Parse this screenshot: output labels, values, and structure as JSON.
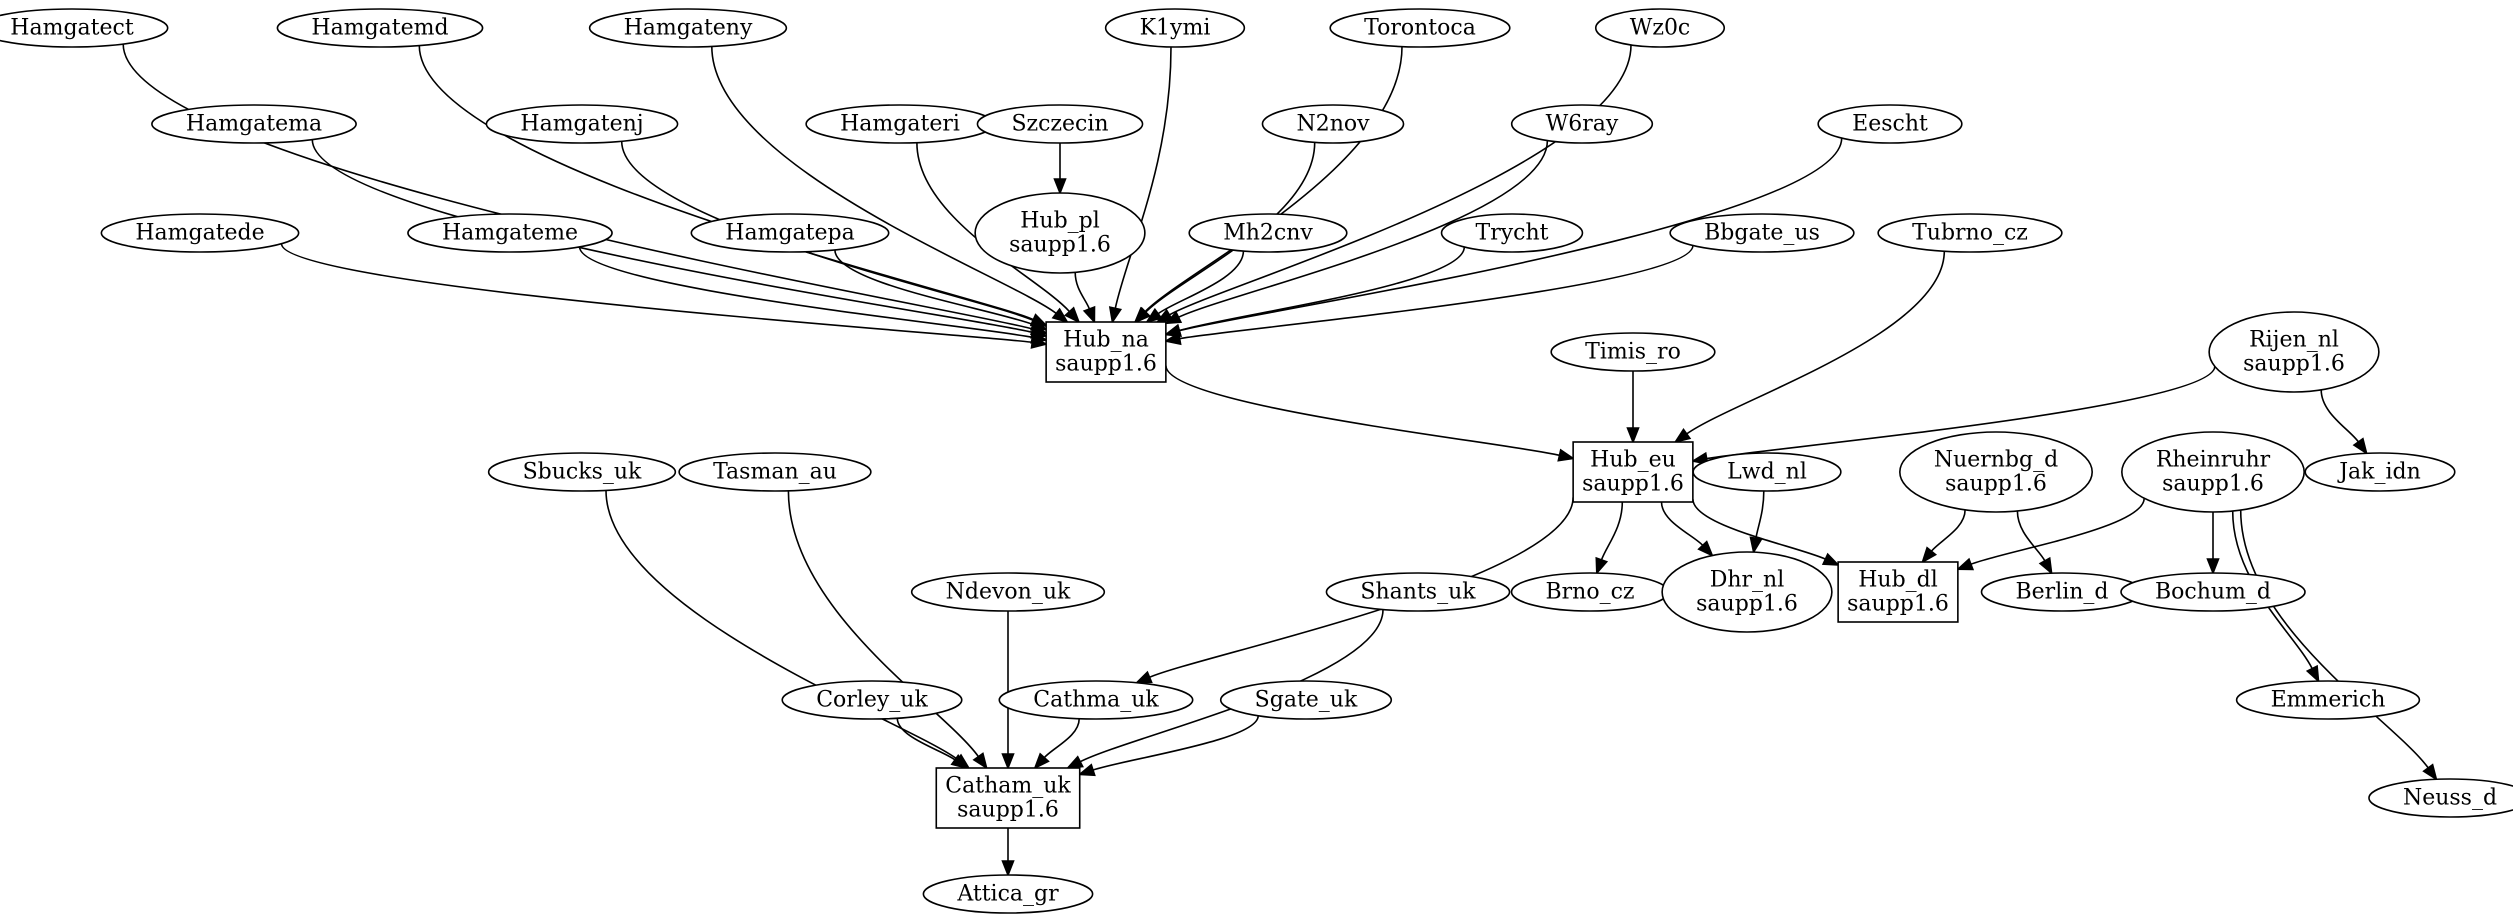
{
  "nodes": [
    {
      "id": "Hamgatect",
      "lines": [
        "Hamgatect"
      ],
      "shape": "ellipse"
    },
    {
      "id": "Hamgatemd",
      "lines": [
        "Hamgatemd"
      ],
      "shape": "ellipse"
    },
    {
      "id": "Hamgateny",
      "lines": [
        "Hamgateny"
      ],
      "shape": "ellipse"
    },
    {
      "id": "K1ymi",
      "lines": [
        "K1ymi"
      ],
      "shape": "ellipse"
    },
    {
      "id": "Torontoca",
      "lines": [
        "Torontoca"
      ],
      "shape": "ellipse"
    },
    {
      "id": "Wz0c",
      "lines": [
        "Wz0c"
      ],
      "shape": "ellipse"
    },
    {
      "id": "Hamgatema",
      "lines": [
        "Hamgatema"
      ],
      "shape": "ellipse"
    },
    {
      "id": "Hamgatenj",
      "lines": [
        "Hamgatenj"
      ],
      "shape": "ellipse"
    },
    {
      "id": "Hamgateri",
      "lines": [
        "Hamgateri"
      ],
      "shape": "ellipse"
    },
    {
      "id": "Szczecin",
      "lines": [
        "Szczecin"
      ],
      "shape": "ellipse"
    },
    {
      "id": "N2nov",
      "lines": [
        "N2nov"
      ],
      "shape": "ellipse"
    },
    {
      "id": "W6ray",
      "lines": [
        "W6ray"
      ],
      "shape": "ellipse"
    },
    {
      "id": "Eescht",
      "lines": [
        "Eescht"
      ],
      "shape": "ellipse"
    },
    {
      "id": "Hamgatede",
      "lines": [
        "Hamgatede"
      ],
      "shape": "ellipse"
    },
    {
      "id": "Hamgateme",
      "lines": [
        "Hamgateme"
      ],
      "shape": "ellipse"
    },
    {
      "id": "Hamgatepa",
      "lines": [
        "Hamgatepa"
      ],
      "shape": "ellipse"
    },
    {
      "id": "Hub_pl",
      "lines": [
        "Hub_pl",
        "saupp1.6"
      ],
      "shape": "ellipse"
    },
    {
      "id": "Mh2cnv",
      "lines": [
        "Mh2cnv"
      ],
      "shape": "ellipse"
    },
    {
      "id": "Trycht",
      "lines": [
        "Trycht"
      ],
      "shape": "ellipse"
    },
    {
      "id": "Bbgate_us",
      "lines": [
        "Bbgate_us"
      ],
      "shape": "ellipse"
    },
    {
      "id": "Tubrno_cz",
      "lines": [
        "Tubrno_cz"
      ],
      "shape": "ellipse"
    },
    {
      "id": "Hub_na",
      "lines": [
        "Hub_na",
        "saupp1.6"
      ],
      "shape": "box"
    },
    {
      "id": "Timis_ro",
      "lines": [
        "Timis_ro"
      ],
      "shape": "ellipse"
    },
    {
      "id": "Rijen_nl",
      "lines": [
        "Rijen_nl",
        "saupp1.6"
      ],
      "shape": "ellipse"
    },
    {
      "id": "Hub_eu",
      "lines": [
        "Hub_eu",
        "saupp1.6"
      ],
      "shape": "box"
    },
    {
      "id": "Jak_idn",
      "lines": [
        "Jak_idn"
      ],
      "shape": "ellipse"
    },
    {
      "id": "Sbucks_uk",
      "lines": [
        "Sbucks_uk"
      ],
      "shape": "ellipse"
    },
    {
      "id": "Tasman_au",
      "lines": [
        "Tasman_au"
      ],
      "shape": "ellipse"
    },
    {
      "id": "Lwd_nl",
      "lines": [
        "Lwd_nl"
      ],
      "shape": "ellipse"
    },
    {
      "id": "Nuernbg_d",
      "lines": [
        "Nuernbg_d",
        "saupp1.6"
      ],
      "shape": "ellipse"
    },
    {
      "id": "Rheinruhr",
      "lines": [
        "Rheinruhr",
        "saupp1.6"
      ],
      "shape": "ellipse"
    },
    {
      "id": "Ndevon_uk",
      "lines": [
        "Ndevon_uk"
      ],
      "shape": "ellipse"
    },
    {
      "id": "Shants_uk",
      "lines": [
        "Shants_uk"
      ],
      "shape": "ellipse"
    },
    {
      "id": "Brno_cz",
      "lines": [
        "Brno_cz"
      ],
      "shape": "ellipse"
    },
    {
      "id": "Dhr_nl",
      "lines": [
        "Dhr_nl",
        "saupp1.6"
      ],
      "shape": "ellipse"
    },
    {
      "id": "Hub_dl",
      "lines": [
        "Hub_dl",
        "saupp1.6"
      ],
      "shape": "box"
    },
    {
      "id": "Berlin_d",
      "lines": [
        "Berlin_d"
      ],
      "shape": "ellipse"
    },
    {
      "id": "Bochum_d",
      "lines": [
        "Bochum_d"
      ],
      "shape": "ellipse"
    },
    {
      "id": "Corley_uk",
      "lines": [
        "Corley_uk"
      ],
      "shape": "ellipse"
    },
    {
      "id": "Cathma_uk",
      "lines": [
        "Cathma_uk"
      ],
      "shape": "ellipse"
    },
    {
      "id": "Sgate_uk",
      "lines": [
        "Sgate_uk"
      ],
      "shape": "ellipse"
    },
    {
      "id": "Emmerich",
      "lines": [
        "Emmerich"
      ],
      "shape": "ellipse"
    },
    {
      "id": "Catham_uk",
      "lines": [
        "Catham_uk",
        "saupp1.6"
      ],
      "shape": "box"
    },
    {
      "id": "Neuss_d",
      "lines": [
        "Neuss_d"
      ],
      "shape": "ellipse"
    },
    {
      "id": "Attica_gr",
      "lines": [
        "Attica_gr"
      ],
      "shape": "ellipse"
    }
  ],
  "edges": [
    {
      "from": "Hamgatect",
      "to": "Hub_na"
    },
    {
      "from": "Hamgatemd",
      "to": "Hub_na"
    },
    {
      "from": "Hamgateny",
      "to": "Hub_na"
    },
    {
      "from": "K1ymi",
      "to": "Hub_na"
    },
    {
      "from": "Torontoca",
      "to": "Hub_na"
    },
    {
      "from": "Wz0c",
      "to": "Hub_na"
    },
    {
      "from": "Hamgatema",
      "to": "Hub_na"
    },
    {
      "from": "Hamgatenj",
      "to": "Hub_na"
    },
    {
      "from": "Hamgateri",
      "to": "Hub_na"
    },
    {
      "from": "Szczecin",
      "to": "Hub_pl"
    },
    {
      "from": "N2nov",
      "to": "Hub_na"
    },
    {
      "from": "W6ray",
      "to": "Hub_na"
    },
    {
      "from": "Eescht",
      "to": "Hub_na"
    },
    {
      "from": "Hamgatede",
      "to": "Hub_na"
    },
    {
      "from": "Hamgateme",
      "to": "Hub_na"
    },
    {
      "from": "Hamgatepa",
      "to": "Hub_na"
    },
    {
      "from": "Hub_pl",
      "to": "Hub_na"
    },
    {
      "from": "Mh2cnv",
      "to": "Hub_na"
    },
    {
      "from": "Trycht",
      "to": "Hub_na"
    },
    {
      "from": "Bbgate_us",
      "to": "Hub_na"
    },
    {
      "from": "Hub_na",
      "to": "Hub_eu"
    },
    {
      "from": "Tubrno_cz",
      "to": "Hub_eu"
    },
    {
      "from": "Timis_ro",
      "to": "Hub_eu"
    },
    {
      "from": "Rijen_nl",
      "to": "Hub_eu"
    },
    {
      "from": "Rijen_nl",
      "to": "Jak_idn"
    },
    {
      "from": "Hub_eu",
      "to": "Brno_cz"
    },
    {
      "from": "Hub_eu",
      "to": "Dhr_nl"
    },
    {
      "from": "Hub_eu",
      "to": "Hub_dl"
    },
    {
      "from": "Hub_eu",
      "to": "Cathma_uk"
    },
    {
      "from": "Lwd_nl",
      "to": "Dhr_nl"
    },
    {
      "from": "Nuernbg_d",
      "to": "Hub_dl"
    },
    {
      "from": "Nuernbg_d",
      "to": "Berlin_d"
    },
    {
      "from": "Rheinruhr",
      "to": "Hub_dl"
    },
    {
      "from": "Rheinruhr",
      "to": "Bochum_d"
    },
    {
      "from": "Rheinruhr",
      "to": "Emmerich"
    },
    {
      "from": "Rheinruhr",
      "to": "Neuss_d"
    },
    {
      "from": "Sbucks_uk",
      "to": "Catham_uk"
    },
    {
      "from": "Tasman_au",
      "to": "Catham_uk"
    },
    {
      "from": "Ndevon_uk",
      "to": "Catham_uk"
    },
    {
      "from": "Corley_uk",
      "to": "Catham_uk"
    },
    {
      "from": "Cathma_uk",
      "to": "Catham_uk"
    },
    {
      "from": "Sgate_uk",
      "to": "Catham_uk"
    },
    {
      "from": "Shants_uk",
      "to": "Catham_uk"
    },
    {
      "from": "Catham_uk",
      "to": "Attica_gr"
    }
  ]
}
